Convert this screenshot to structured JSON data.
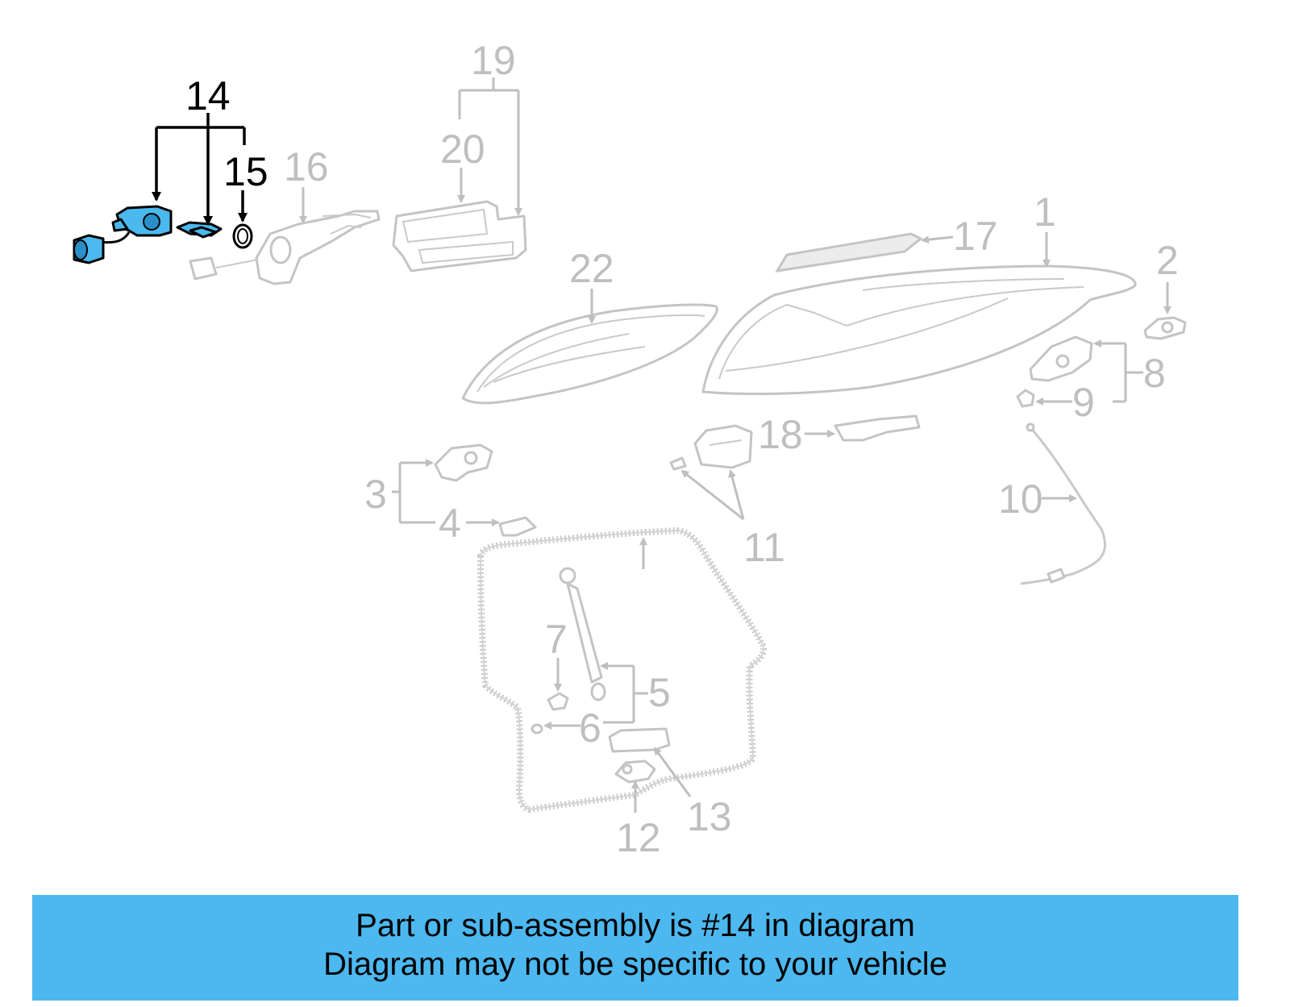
{
  "diagram": {
    "highlighted_callout": "14",
    "highlight_color": "#4cb8ef",
    "callout_color": "#bfbfbf",
    "callouts": {
      "c1": "1",
      "c2": "2",
      "c3": "3",
      "c4": "4",
      "c5": "5",
      "c6": "6",
      "c7": "7",
      "c8": "8",
      "c9": "9",
      "c10": "10",
      "c11": "11",
      "c12": "12",
      "c13": "13",
      "c14": "14",
      "c15": "15",
      "c16": "16",
      "c17": "17",
      "c18": "18",
      "c19": "19",
      "c20": "20",
      "c22": "22"
    }
  },
  "banner": {
    "line1": "Part or sub-assembly is #14 in diagram",
    "line2": "Diagram may not be specific to your vehicle",
    "background": "#4cb8ef"
  }
}
